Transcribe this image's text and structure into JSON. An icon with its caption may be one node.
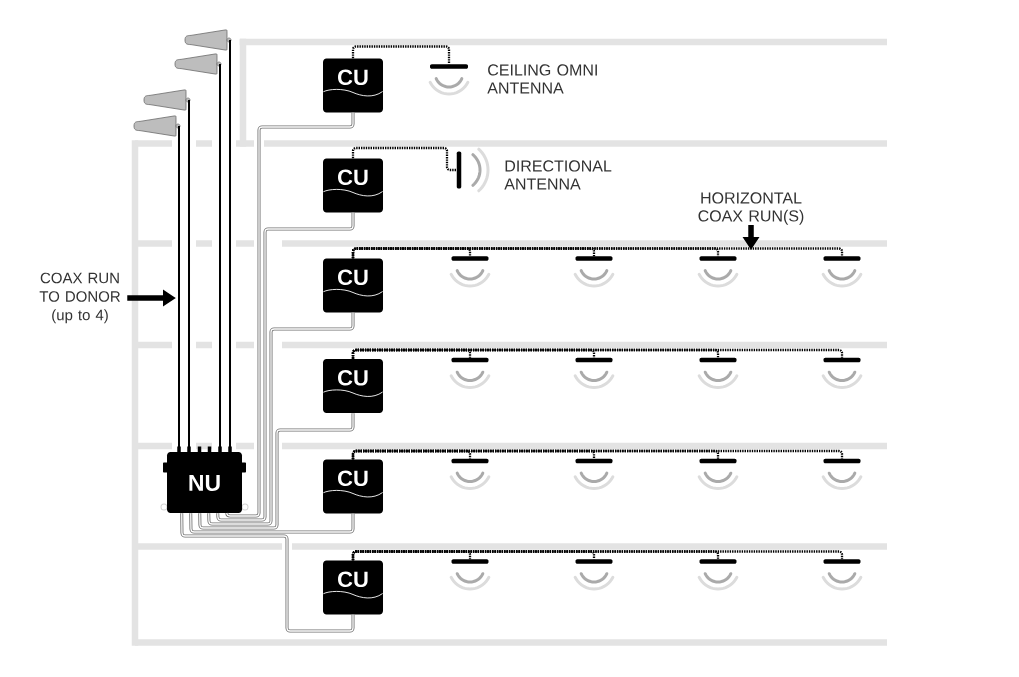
{
  "diagram": {
    "nodes": [
      {
        "text": [],
        "shape": "picture"
      },
      {
        "text": [],
        "shape": "picture"
      },
      {
        "text": [],
        "shape": "picture"
      },
      {
        "text": [],
        "shape": "picture"
      },
      {
        "text": [
          "CU"
        ]
      },
      {
        "text": [],
        "shape": "bar",
        "beside": [
          "CEILING OMNI ANTENNA"
        ]
      },
      {
        "text": [
          "CU"
        ]
      },
      {
        "text": [],
        "shape": "bar",
        "beside": [
          "DIRECTIONAL ANTENNA"
        ]
      },
      {
        "text": [
          "HORIZONTAL COAX RUN(S)"
        ]
      },
      {
        "text": [
          "CU"
        ]
      },
      {
        "text": [],
        "shape": "bar"
      },
      {
        "text": [],
        "shape": "bar"
      },
      {
        "text": [],
        "shape": "bar"
      },
      {
        "text": [],
        "shape": "bar"
      },
      {
        "text": [
          "COAX RUN TO DONOR (up to 4)"
        ]
      },
      {
        "text": [
          "CU"
        ]
      },
      {
        "text": [],
        "shape": "bar"
      },
      {
        "text": [],
        "shape": "bar"
      },
      {
        "text": [],
        "shape": "bar"
      },
      {
        "text": [],
        "shape": "bar"
      },
      {
        "text": [
          "NU"
        ]
      },
      {
        "text": [
          "CU"
        ]
      },
      {
        "text": [],
        "shape": "bar"
      },
      {
        "text": [],
        "shape": "bar"
      },
      {
        "text": [],
        "shape": "bar"
      },
      {
        "text": [],
        "shape": "bar"
      },
      {
        "text": [
          "CU"
        ]
      },
      {
        "text": [],
        "shape": "bar"
      },
      {
        "text": [],
        "shape": "bar"
      },
      {
        "text": [],
        "shape": "bar"
      },
      {
        "text": [],
        "shape": "bar"
      }
    ],
    "edges": [
      {
        "from": 0,
        "to": 20,
        "arrow": "none"
      },
      {
        "from": 1,
        "to": 20,
        "arrow": "none"
      },
      {
        "from": 2,
        "to": 20,
        "arrow": "none"
      },
      {
        "from": 3,
        "to": 20,
        "arrow": "none"
      },
      {
        "from": 20,
        "to": 4,
        "arrow": "none",
        "color": "#707070"
      },
      {
        "from": 20,
        "to": 6,
        "arrow": "none",
        "color": "#707070"
      },
      {
        "from": 20,
        "to": 9,
        "arrow": "none",
        "color": "#707070"
      },
      {
        "from": 20,
        "to": 15,
        "arrow": "none",
        "color": "#707070"
      },
      {
        "from": 20,
        "to": 21,
        "arrow": "none",
        "color": "#707070"
      },
      {
        "from": 20,
        "to": 26,
        "arrow": "none",
        "color": "#707070"
      },
      {
        "from": 4,
        "to": 5,
        "arrow": "none",
        "style": "dashed"
      },
      {
        "from": 6,
        "to": 7,
        "arrow": "none",
        "style": "dashed"
      },
      {
        "from": 9,
        "to": 10,
        "arrow": "none",
        "style": "dashed"
      },
      {
        "from": 9,
        "to": 11,
        "arrow": "none",
        "style": "dashed"
      },
      {
        "from": 9,
        "to": 12,
        "arrow": "none",
        "style": "dashed"
      },
      {
        "from": 9,
        "to": 13,
        "arrow": "none",
        "style": "dashed"
      },
      {
        "from": 15,
        "to": 16,
        "arrow": "none",
        "style": "dashed"
      },
      {
        "from": 15,
        "to": 17,
        "arrow": "none",
        "style": "dashed"
      },
      {
        "from": 15,
        "to": 18,
        "arrow": "none",
        "style": "dashed"
      },
      {
        "from": 15,
        "to": 19,
        "arrow": "none",
        "style": "dashed"
      },
      {
        "from": 21,
        "to": 22,
        "arrow": "none",
        "style": "dashed"
      },
      {
        "from": 21,
        "to": 23,
        "arrow": "none",
        "style": "dashed"
      },
      {
        "from": 21,
        "to": 24,
        "arrow": "none",
        "style": "dashed"
      },
      {
        "from": 21,
        "to": 25,
        "arrow": "none",
        "style": "dashed"
      },
      {
        "from": 26,
        "to": 27,
        "arrow": "none",
        "style": "dashed"
      },
      {
        "from": 26,
        "to": 28,
        "arrow": "none",
        "style": "dashed"
      },
      {
        "from": 26,
        "to": 29,
        "arrow": "none",
        "style": "dashed"
      },
      {
        "from": 26,
        "to": 30,
        "arrow": "none",
        "style": "dashed"
      },
      {
        "from": 14,
        "to": null,
        "arrow": "to",
        "style": "thick"
      },
      {
        "from": 8,
        "to": null,
        "arrow": "to",
        "style": "thick"
      }
    ]
  }
}
